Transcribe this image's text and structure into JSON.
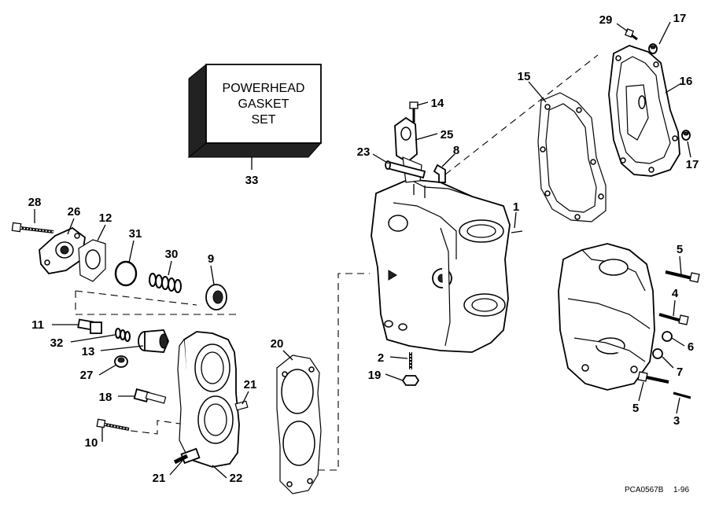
{
  "gasket_box": {
    "line1": "POWERHEAD",
    "line2": "GASKET",
    "line3": "SET"
  },
  "callouts": {
    "c1": "1",
    "c2": "2",
    "c3": "3",
    "c4": "4",
    "c5a": "5",
    "c5b": "5",
    "c6": "6",
    "c7": "7",
    "c8": "8",
    "c9": "9",
    "c10": "10",
    "c11": "11",
    "c12": "12",
    "c13": "13",
    "c14": "14",
    "c15": "15",
    "c16": "16",
    "c17a": "17",
    "c17b": "17",
    "c18": "18",
    "c19": "19",
    "c20": "20",
    "c21a": "21",
    "c21b": "21",
    "c22": "22",
    "c23": "23",
    "c25": "25",
    "c26": "26",
    "c27": "27",
    "c28": "28",
    "c29": "29",
    "c30": "30",
    "c31": "31",
    "c32": "32",
    "c33": "33"
  },
  "footer": {
    "code": "PCA0567B",
    "date": "1-96"
  }
}
